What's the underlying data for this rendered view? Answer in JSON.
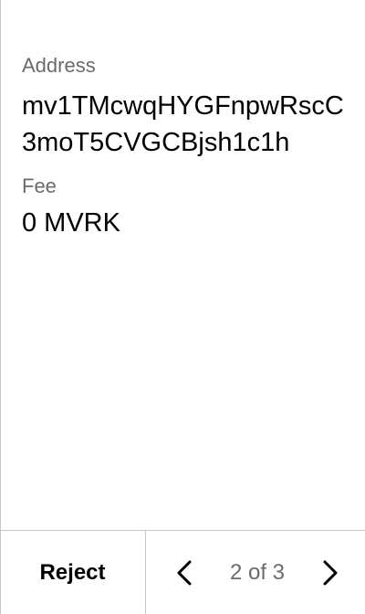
{
  "review": {
    "address_label": "Address",
    "address_value": "mv1TMcwqHYGFnpwRscC3moT5CVGCBjsh1c1h",
    "fee_label": "Fee",
    "fee_value": "0 MVRK"
  },
  "footer": {
    "reject_label": "Reject",
    "page_indicator": "2 of 3",
    "prev_icon": "chevron-left-icon",
    "next_icon": "chevron-right-icon"
  }
}
